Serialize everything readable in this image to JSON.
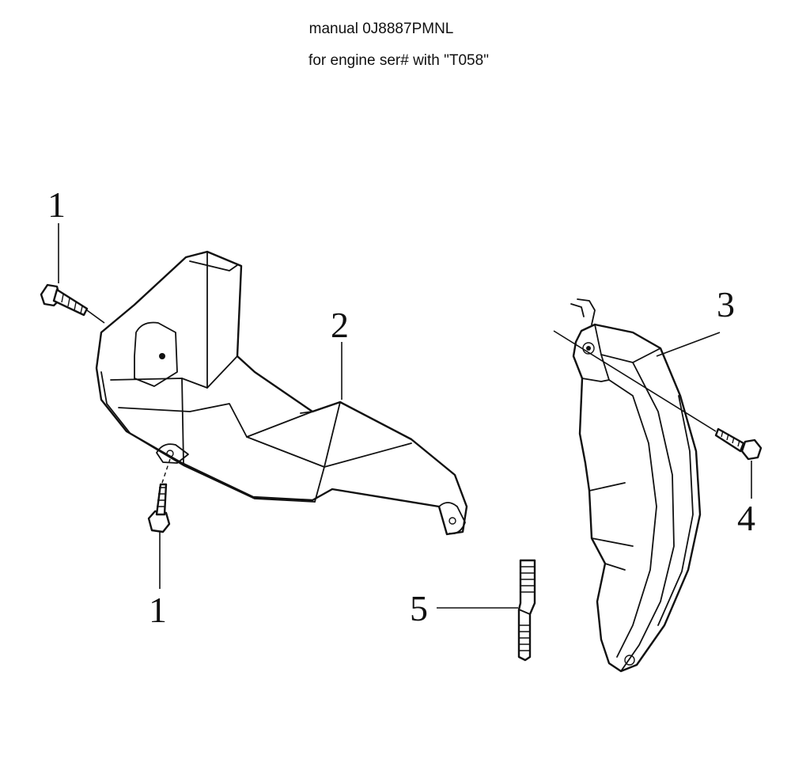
{
  "header": {
    "title": "manual 0J8887PMNL",
    "subtitle": "for engine ser# with \"T058\""
  },
  "callouts": [
    {
      "id": "bolt-upper-left",
      "label": "1"
    },
    {
      "id": "bolt-lower-left",
      "label": "1"
    },
    {
      "id": "shroud-lower",
      "label": "2"
    },
    {
      "id": "shroud-curved",
      "label": "3"
    },
    {
      "id": "bolt-right",
      "label": "4"
    },
    {
      "id": "stud",
      "label": "5"
    }
  ]
}
